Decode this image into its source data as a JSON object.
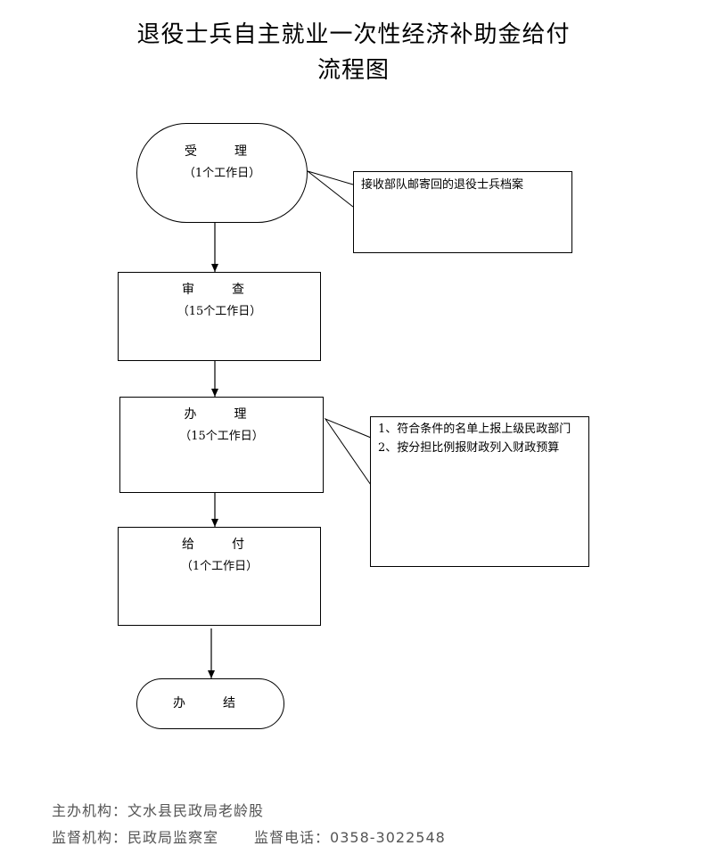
{
  "title": {
    "line1": "退役士兵自主就业一次性经济补助金给付",
    "line2": "流程图"
  },
  "steps": [
    {
      "name": "受　理",
      "duration": "（1个工作日）"
    },
    {
      "name": "审　查",
      "duration": "（15个工作日）"
    },
    {
      "name": "办　理",
      "duration": "（15个工作日）"
    },
    {
      "name": "给　付",
      "duration": "（1个工作日）"
    },
    {
      "name": "办　结",
      "duration": ""
    }
  ],
  "notes": [
    {
      "text": "接收部队邮寄回的退役士兵档案"
    },
    {
      "items": [
        "1、符合条件的名单上报上级民政部门",
        "2、按分担比例报财政列入财政预算"
      ]
    }
  ],
  "footer": {
    "host_label": "主办机构：",
    "host_value": "文水县民政局老龄股",
    "supervisor_label": "监督机构：",
    "supervisor_value": "民政局监察室",
    "phone_label": "监督电话：",
    "phone_value": "0358-3022548"
  }
}
